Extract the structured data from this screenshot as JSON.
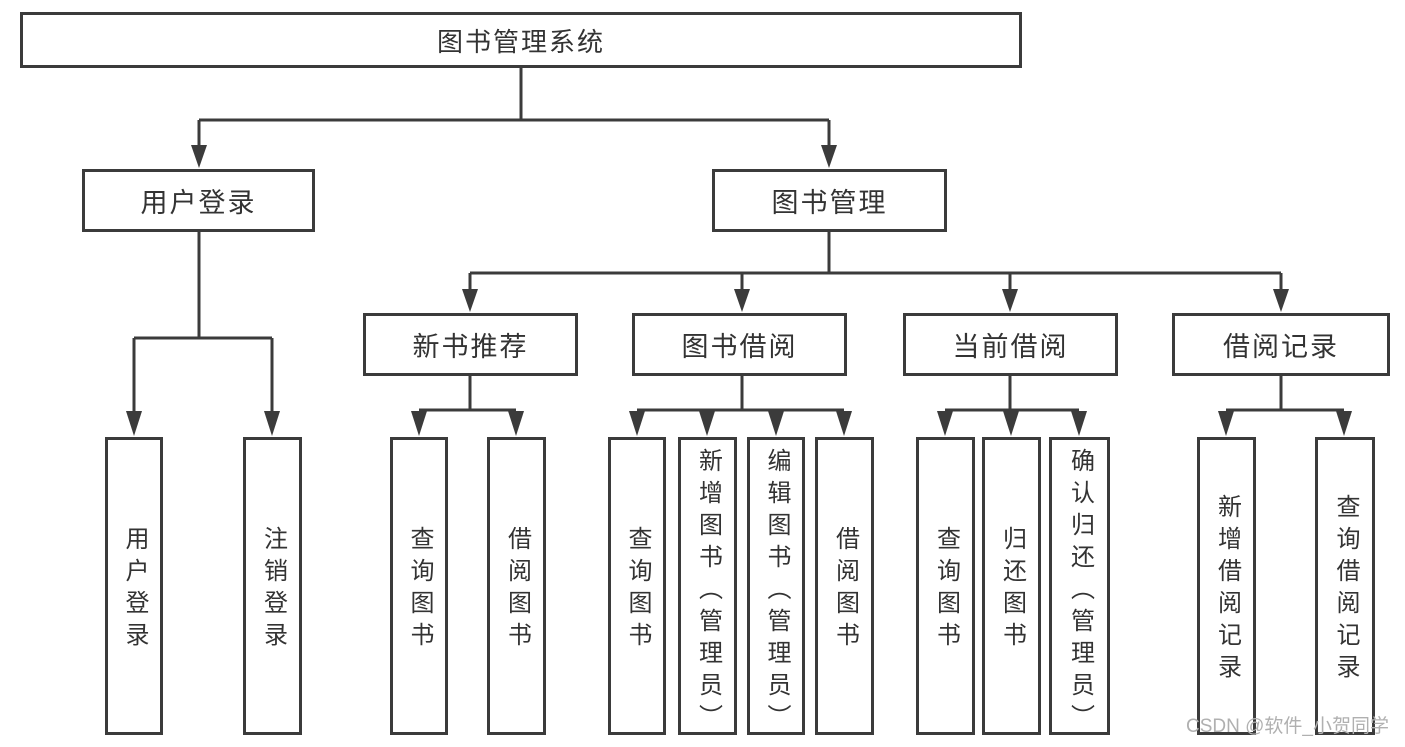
{
  "diagram_title": "图书管理系统",
  "colors": {
    "line": "#3b3b3b",
    "text": "#333333",
    "watermark": "#b0b0b0",
    "background": "#ffffff"
  },
  "watermark": "CSDN @软件_小贺同学",
  "tree": {
    "root": {
      "label": "图书管理系统"
    },
    "level2": [
      {
        "label": "用户登录"
      },
      {
        "label": "图书管理"
      }
    ],
    "level3": [
      {
        "label": "新书推荐",
        "parent": "图书管理"
      },
      {
        "label": "图书借阅",
        "parent": "图书管理"
      },
      {
        "label": "当前借阅",
        "parent": "图书管理"
      },
      {
        "label": "借阅记录",
        "parent": "图书管理"
      }
    ],
    "leaves": [
      {
        "label": "用户登录",
        "parent": "用户登录"
      },
      {
        "label": "注销登录",
        "parent": "用户登录"
      },
      {
        "label": "查询图书",
        "parent": "新书推荐"
      },
      {
        "label": "借阅图书",
        "parent": "新书推荐"
      },
      {
        "label": "查询图书",
        "parent": "图书借阅"
      },
      {
        "label": "新增图书（管理员）",
        "parent": "图书借阅"
      },
      {
        "label": "编辑图书（管理员）",
        "parent": "图书借阅"
      },
      {
        "label": "借阅图书",
        "parent": "图书借阅"
      },
      {
        "label": "查询图书",
        "parent": "当前借阅"
      },
      {
        "label": "归还图书",
        "parent": "当前借阅"
      },
      {
        "label": "确认归还（管理员）",
        "parent": "当前借阅"
      },
      {
        "label": "新增借阅记录",
        "parent": "借阅记录"
      },
      {
        "label": "查询借阅记录",
        "parent": "借阅记录"
      }
    ]
  }
}
